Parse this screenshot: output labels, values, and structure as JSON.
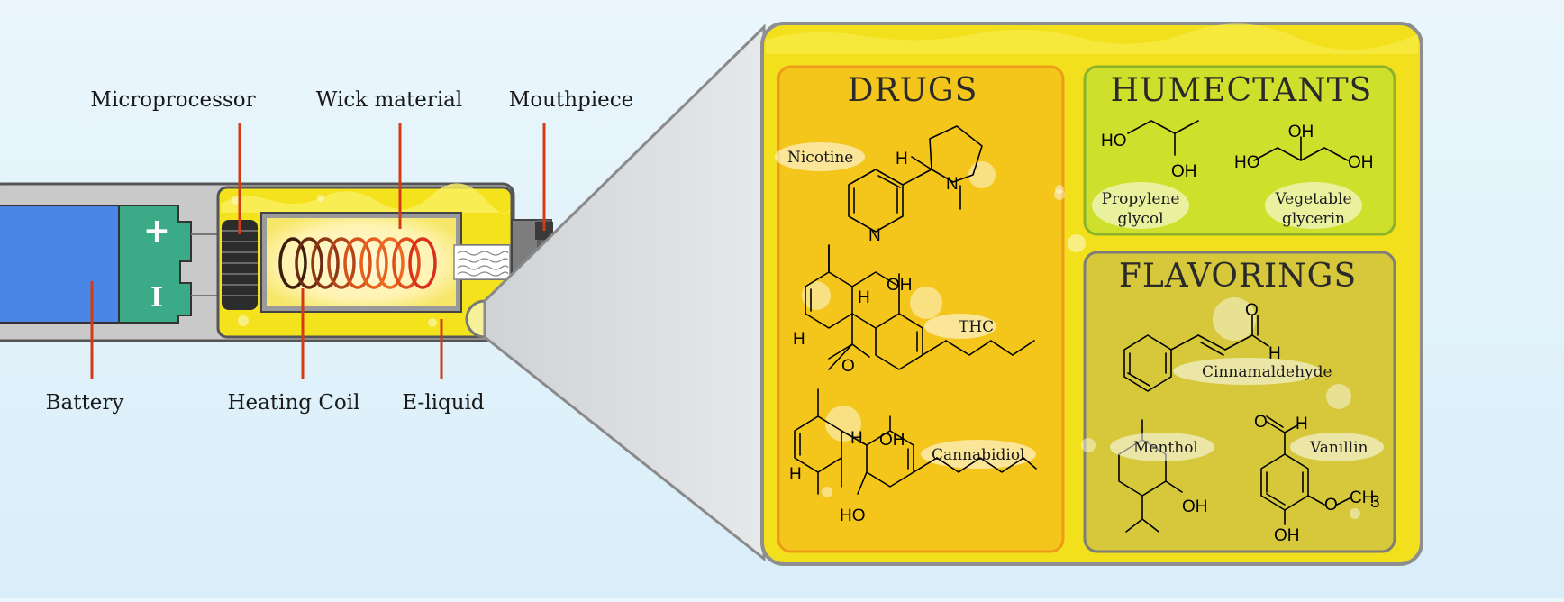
{
  "colors": {
    "battery": "#4a86e6",
    "terminal": "#3aab86",
    "eliquid": "#f4e31c",
    "pointer": "#d23b14",
    "drugs_panel": "#f4c61c",
    "humectants_panel": "#cfe02c",
    "flavorings_panel": "#d6c83a"
  },
  "device": {
    "labels": {
      "microprocessor": "Microprocessor",
      "wick": "Wick material",
      "mouthpiece": "Mouthpiece",
      "battery": "Battery",
      "coil": "Heating Coil",
      "eliquid": "E-liquid"
    },
    "terminal_plus": "+",
    "terminal_minus": "I"
  },
  "panels": {
    "drugs": {
      "title": "DRUGS",
      "compounds": [
        "Nicotine",
        "THC",
        "Cannabidiol"
      ]
    },
    "humectants": {
      "title": "HUMECTANTS",
      "compounds": [
        "Propylene",
        "glycol",
        "Vegetable",
        "glycerin"
      ]
    },
    "flavorings": {
      "title": "FLAVORINGS",
      "compounds": [
        "Cinnamaldehyde",
        "Menthol",
        "Vanillin"
      ]
    }
  },
  "atoms": {
    "nicotine": [
      "H",
      "N",
      "N"
    ],
    "thc": [
      "OH",
      "H",
      "H",
      "O"
    ],
    "cbd": [
      "OH",
      "H",
      "H",
      "HO"
    ],
    "pg": [
      "HO",
      "OH"
    ],
    "vg": [
      "HO",
      "OH",
      "OH"
    ],
    "cinn": [
      "O",
      "H"
    ],
    "menthol": [
      "OH"
    ],
    "vanillin": [
      "O",
      "H",
      "O",
      "CH",
      "3",
      "OH"
    ]
  }
}
